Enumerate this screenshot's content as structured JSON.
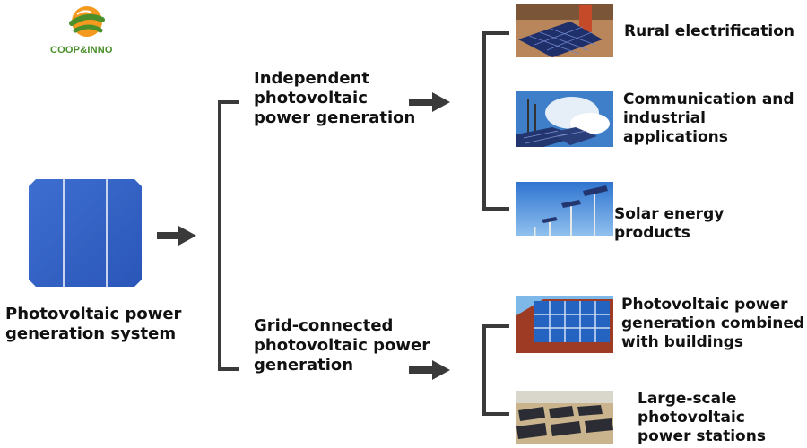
{
  "logo": {
    "text": "COOP&INNO",
    "colors": {
      "green": "#4a8f2a",
      "orange": "#f39a1e",
      "blue": "#1e6fb0"
    }
  },
  "root": {
    "label": "Photovoltaic power\ngeneration system",
    "icon": "solar-cell-icon"
  },
  "branches": {
    "independent": {
      "label": "Independent\nphotovoltaic\npower generation",
      "children": [
        {
          "label": "Rural electrification",
          "icon": "rural-solar-panels-image"
        },
        {
          "label": "Communication and\n industrial\napplications",
          "icon": "communication-mast-image"
        },
        {
          "label": "Solar energy products",
          "icon": "solar-street-lights-image"
        }
      ]
    },
    "grid": {
      "label": "Grid-connected\nphotovoltaic power\ngeneration",
      "children": [
        {
          "label": "Photovoltaic power\ngeneration combined\nwith buildings",
          "icon": "building-roof-panels-image"
        },
        {
          "label": "Large-scale\nphotovoltaic\npower stations",
          "icon": "solar-farm-image"
        }
      ]
    }
  },
  "colors": {
    "connector": "#3a3a3a",
    "text": "#111111"
  }
}
